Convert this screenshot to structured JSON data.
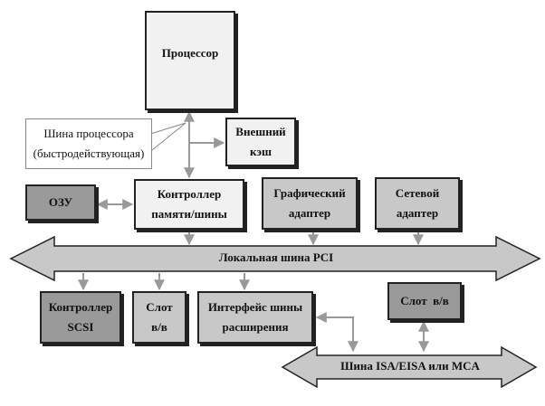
{
  "colors": {
    "bus_fill": "#c8c8c8",
    "connector": "#999999",
    "box_border": "#222222"
  },
  "processor": {
    "label": "Процессор"
  },
  "cpu_bus_callout": {
    "line1": "Шина процессора",
    "line2": "(быстродействующая)"
  },
  "external_cache": {
    "line1": "Внешний",
    "line2": "кэш"
  },
  "ram": {
    "label": "ОЗУ"
  },
  "memory_controller": {
    "line1": "Контроллер",
    "line2": "памяти/шины"
  },
  "graphics_adapter": {
    "line1": "Графический",
    "line2": "адаптер"
  },
  "network_adapter": {
    "line1": "Сетевой",
    "line2": "адаптер"
  },
  "pci_bus": {
    "label": "Локальная шина PCI"
  },
  "scsi_controller": {
    "line1": "Контроллер",
    "line2": "SCSI"
  },
  "slot_pci": {
    "line1": "Слот",
    "line2": "в/в"
  },
  "expansion_interface": {
    "line1": "Интерфейс шины",
    "line2": "расширения"
  },
  "slot_isa": {
    "label": "Слот  в/в"
  },
  "isa_bus": {
    "label": "Шина ISA/EISA или MCA"
  }
}
